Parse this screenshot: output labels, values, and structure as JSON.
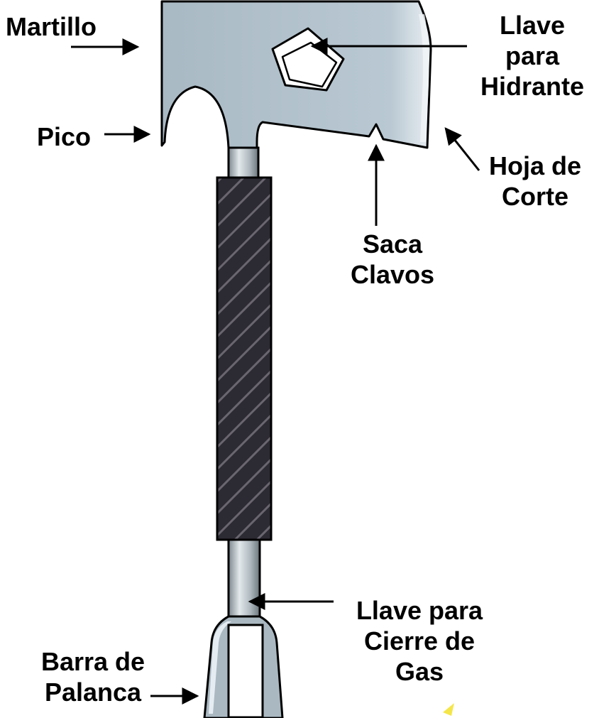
{
  "labels": {
    "martillo": "Martillo",
    "llave_hidrante": [
      "Llave",
      "para",
      "Hidrante"
    ],
    "pico": "Pico",
    "hoja_corte": [
      "Hoja de",
      "Corte"
    ],
    "saca_clavos": [
      "Saca",
      "Clavos"
    ],
    "barra_palanca": [
      "Barra de",
      "Palanca"
    ],
    "llave_gas": [
      "Llave para",
      "Cierre de",
      "Gas"
    ]
  },
  "colors": {
    "head_steel": "#b5c4cf",
    "head_highlight": "#e6edf2",
    "grip": "#2c2a33",
    "grip_stripes": "#5a5660",
    "shaft": "#b9c3c9",
    "outline": "#000000"
  }
}
